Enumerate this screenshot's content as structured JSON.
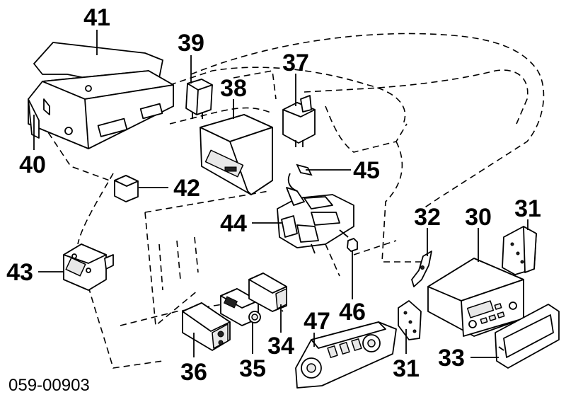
{
  "drawing_code": "059-00903",
  "callouts": {
    "c30": "30",
    "c31a": "31",
    "c31b": "31",
    "c32": "32",
    "c33": "33",
    "c34": "34",
    "c35": "35",
    "c36": "36",
    "c37": "37",
    "c38": "38",
    "c39": "39",
    "c40": "40",
    "c41": "41",
    "c42": "42",
    "c43": "43",
    "c44": "44",
    "c45": "45",
    "c46": "46",
    "c47": "47"
  }
}
